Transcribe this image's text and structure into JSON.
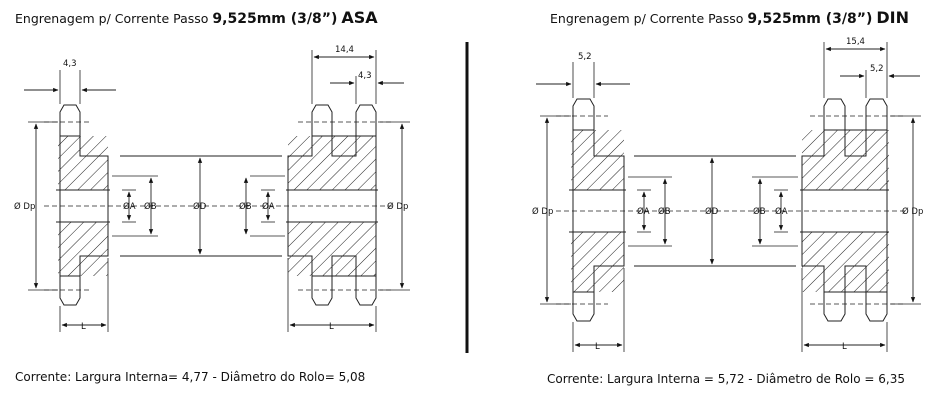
{
  "left": {
    "title_prefix": "Engrenagem p/ Corrente Passo",
    "title_pitch": "9,525mm (3/8”)",
    "title_standard": "ASA",
    "caption": "Corrente: Largura Interna= 4,77 - Diâmetro do Rolo= 5,08",
    "dim_tooth_width": "4,3",
    "dim_double_spacing": "14,4",
    "dim_double_tooth": "4,3"
  },
  "right": {
    "title_prefix": "Engrenagem p/ Corrente Passo",
    "title_pitch": "9,525mm (3/8”)",
    "title_standard": "DIN",
    "caption": "Corrente: Largura Interna = 5,72 - Diâmetro de Rolo = 6,35",
    "dim_tooth_width": "5,2",
    "dim_double_spacing": "15,4",
    "dim_double_tooth": "5,2"
  },
  "labels": {
    "pitch_diameter": "Ø Dp",
    "bore": "ØA",
    "hub": "ØB",
    "shaft": "ØD",
    "length": "L"
  }
}
